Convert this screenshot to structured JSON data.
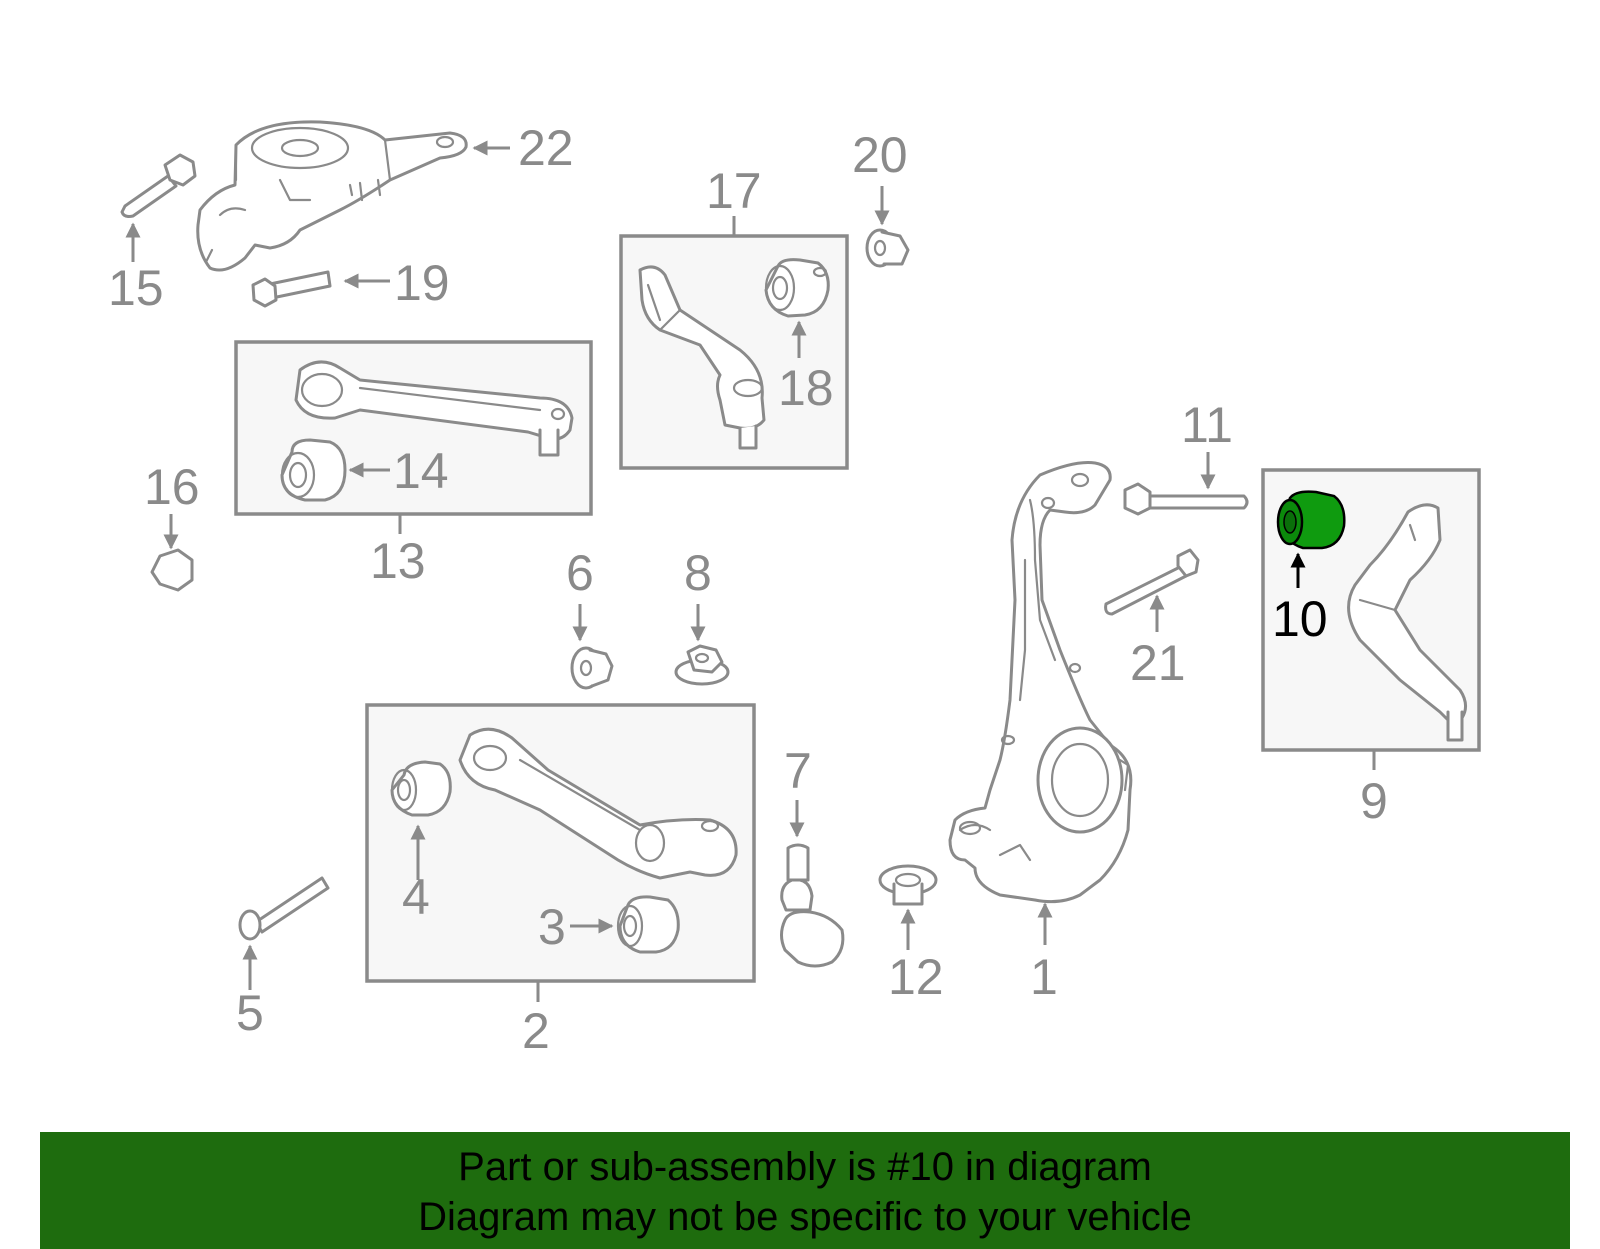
{
  "colors": {
    "line_art": "#8a8a8a",
    "highlight_part": "#0f9b0f",
    "banner_background": "#1e6c0e",
    "banner_text": "#000000",
    "highlight_label": "#000000"
  },
  "callouts": {
    "c1": "1",
    "c2": "2",
    "c3": "3",
    "c4": "4",
    "c5": "5",
    "c6": "6",
    "c7": "7",
    "c8": "8",
    "c9": "9",
    "c10": "10",
    "c11": "11",
    "c12": "12",
    "c13": "13",
    "c14": "14",
    "c15": "15",
    "c16": "16",
    "c17": "17",
    "c18": "18",
    "c19": "19",
    "c20": "20",
    "c21": "21",
    "c22": "22"
  },
  "highlighted_part": "10",
  "banner": {
    "line1": "Part or sub-assembly is #10 in diagram",
    "line2": "Diagram may not be specific to your vehicle"
  }
}
